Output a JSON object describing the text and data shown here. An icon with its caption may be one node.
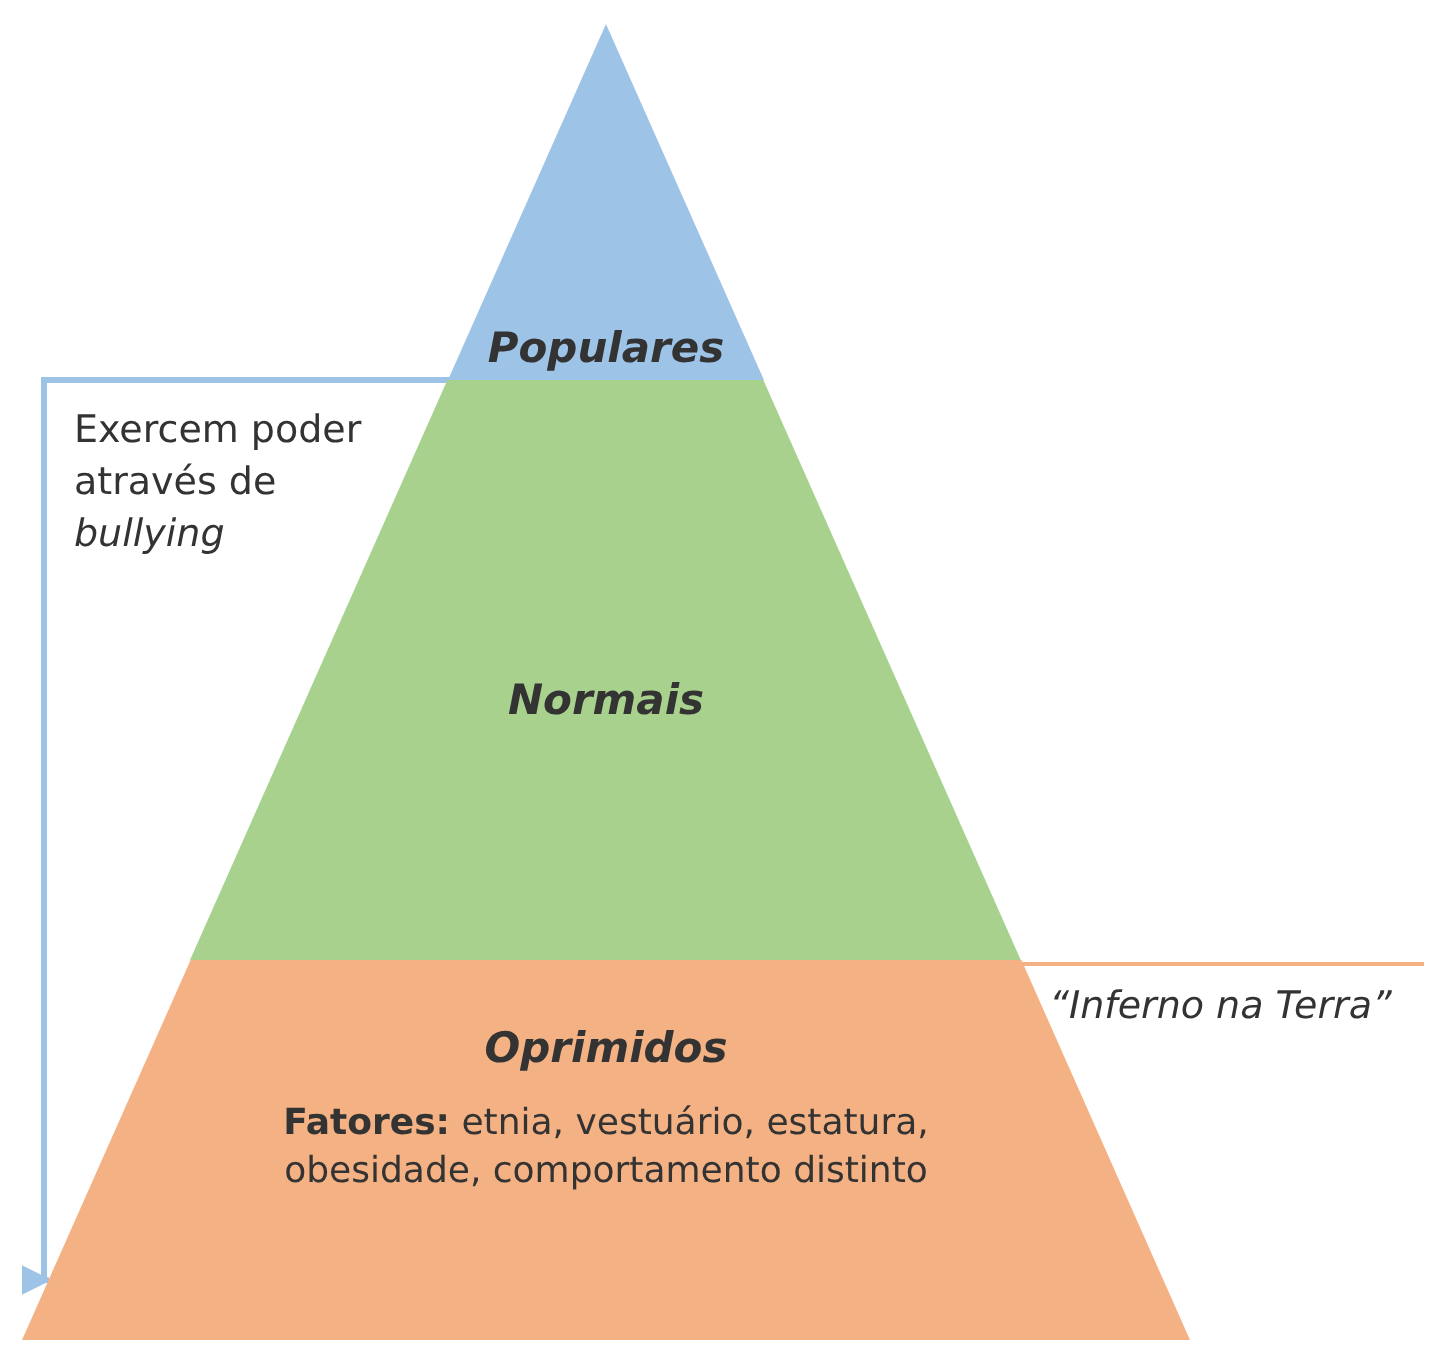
{
  "diagram": {
    "nodes": [
      {
        "text": [
          "Populares"
        ]
      },
      {
        "text": [
          "Normais"
        ]
      },
      {
        "text": [
          "Oprimidos",
          "**Fatores:** etnia, vestuário, estatura, obesidade, comportamento distinto"
        ],
        "beside": [
          "“Inferno na Terra”"
        ]
      }
    ],
    "edges": [
      {
        "from": 0,
        "to": 2,
        "arrow": "to",
        "label": "Exercem poder através de *bullying*",
        "color": "#9dc3e6"
      }
    ]
  }
}
